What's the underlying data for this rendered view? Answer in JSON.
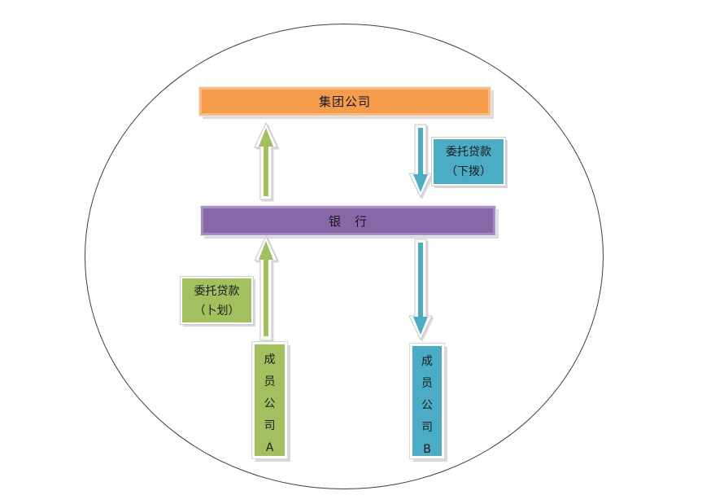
{
  "diagram": {
    "title": "entrusted-loan cash pooling diagram",
    "nodes": {
      "group_company": {
        "label": "集团公司"
      },
      "bank": {
        "label": "银　行"
      },
      "member_a": {
        "label": "成员公司A"
      },
      "member_b": {
        "label": "成员公司B"
      }
    },
    "annotations": {
      "loan_down": {
        "line1": "委托贷款",
        "line2": "（下拨）"
      },
      "loan_up": {
        "line1": "委托贷款",
        "line2": "（卜划）"
      }
    },
    "icons": {
      "up_arrow": "block-arrow-up",
      "down_arrow": "block-arrow-down"
    },
    "colors": {
      "group_company_fill": "#F49B4C",
      "bank_fill": "#8767A8",
      "green_fill": "#A3C05E",
      "teal_fill": "#4BACC6",
      "ellipse_stroke": "#3F3F3F",
      "shadow": "#DCDCDC",
      "text": "#1A1A1A"
    }
  }
}
